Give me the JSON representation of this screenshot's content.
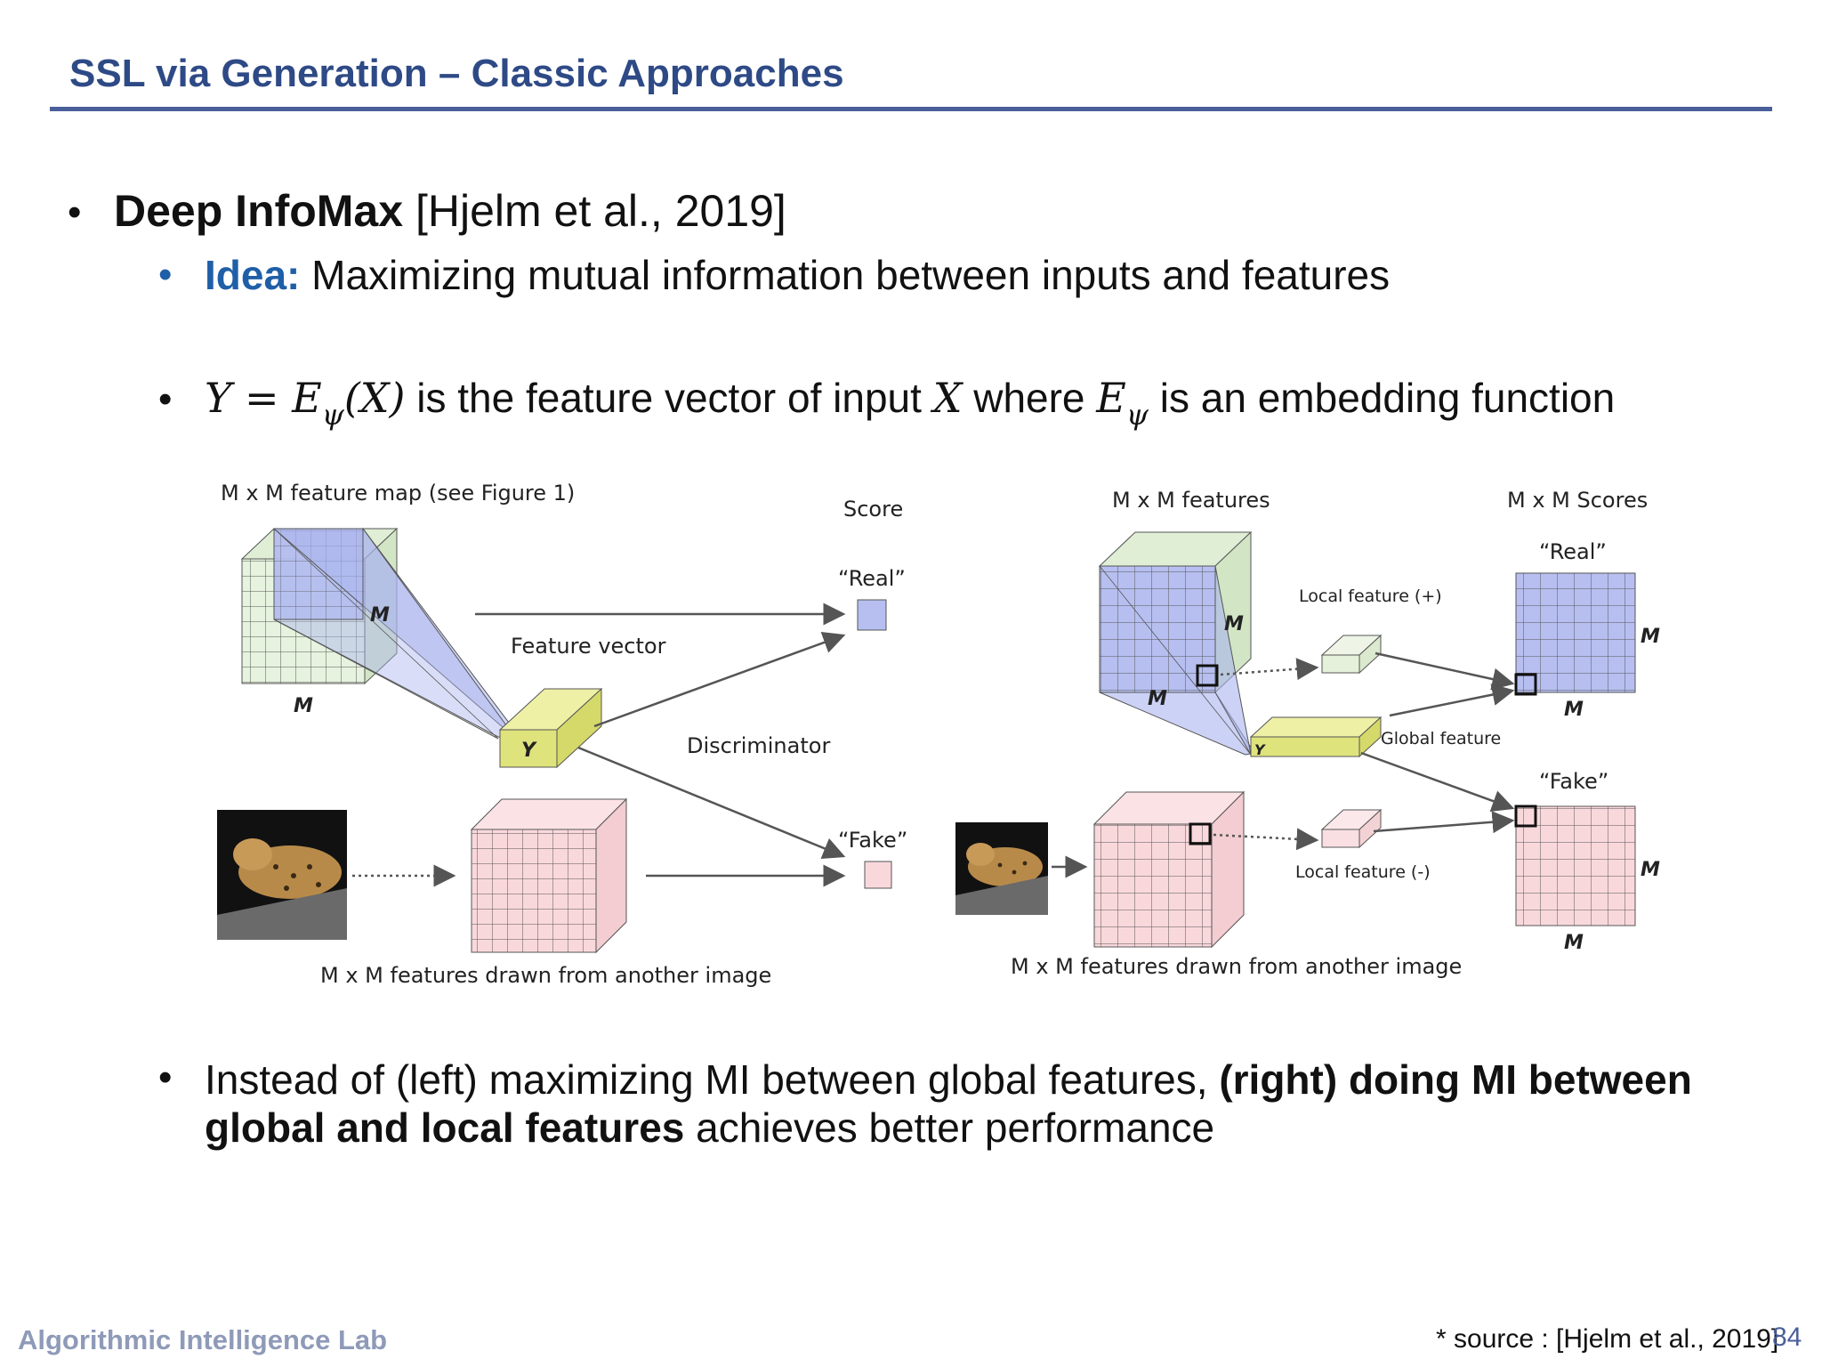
{
  "header": {
    "title": "SSL via Generation – Classic Approaches"
  },
  "bullets": {
    "b1": {
      "bold": "Deep InfoMax",
      "rest": " [Hjelm et al., 2019]"
    },
    "b2": {
      "label": "Idea:",
      "rest": " Maximizing mutual information between inputs and features"
    },
    "b3": {
      "math1": "Y = E",
      "math1_sub": "ψ",
      "math1_tail": "(X)",
      "text1": " is the feature vector of input ",
      "math2": "X",
      "text2": " where ",
      "math3": "E",
      "math3_sub": "ψ",
      "text3": " is an embedding function"
    },
    "b4": {
      "pre": "Instead of (left) maximizing MI between global features, ",
      "bold": "(right) doing MI between global and local features",
      "post": " achieves better performance"
    }
  },
  "diagram": {
    "left": {
      "feature_map_label": "M x M feature map (see Figure 1)",
      "m_label_1": "M",
      "m_label_2": "M",
      "feature_vector_label": "Feature vector",
      "y_label": "Y",
      "score_label": "Score",
      "real_label": "“Real”",
      "fake_label": "“Fake”",
      "discriminator_label": "Discriminator",
      "bottom_label": "M x M features drawn from another image"
    },
    "right": {
      "features_label": "M x M features",
      "scores_label": "M x M Scores",
      "real_label": "“Real”",
      "fake_label": "“Fake”",
      "local_pos_label": "Local feature (+)",
      "local_neg_label": "Local feature (-)",
      "global_label": "Global feature",
      "m_cube": "M",
      "m_cube_bottom": "M",
      "y_label": "Y",
      "m_real_right": "M",
      "m_real_bottom": "M",
      "m_fake_right": "M",
      "m_fake_bottom": "M",
      "bottom_label": "M x M features drawn from another image"
    }
  },
  "footer": {
    "lab": "Algorithmic Intelligence Lab",
    "source": "* source : [Hjelm et al., 2019]",
    "page": "84"
  }
}
